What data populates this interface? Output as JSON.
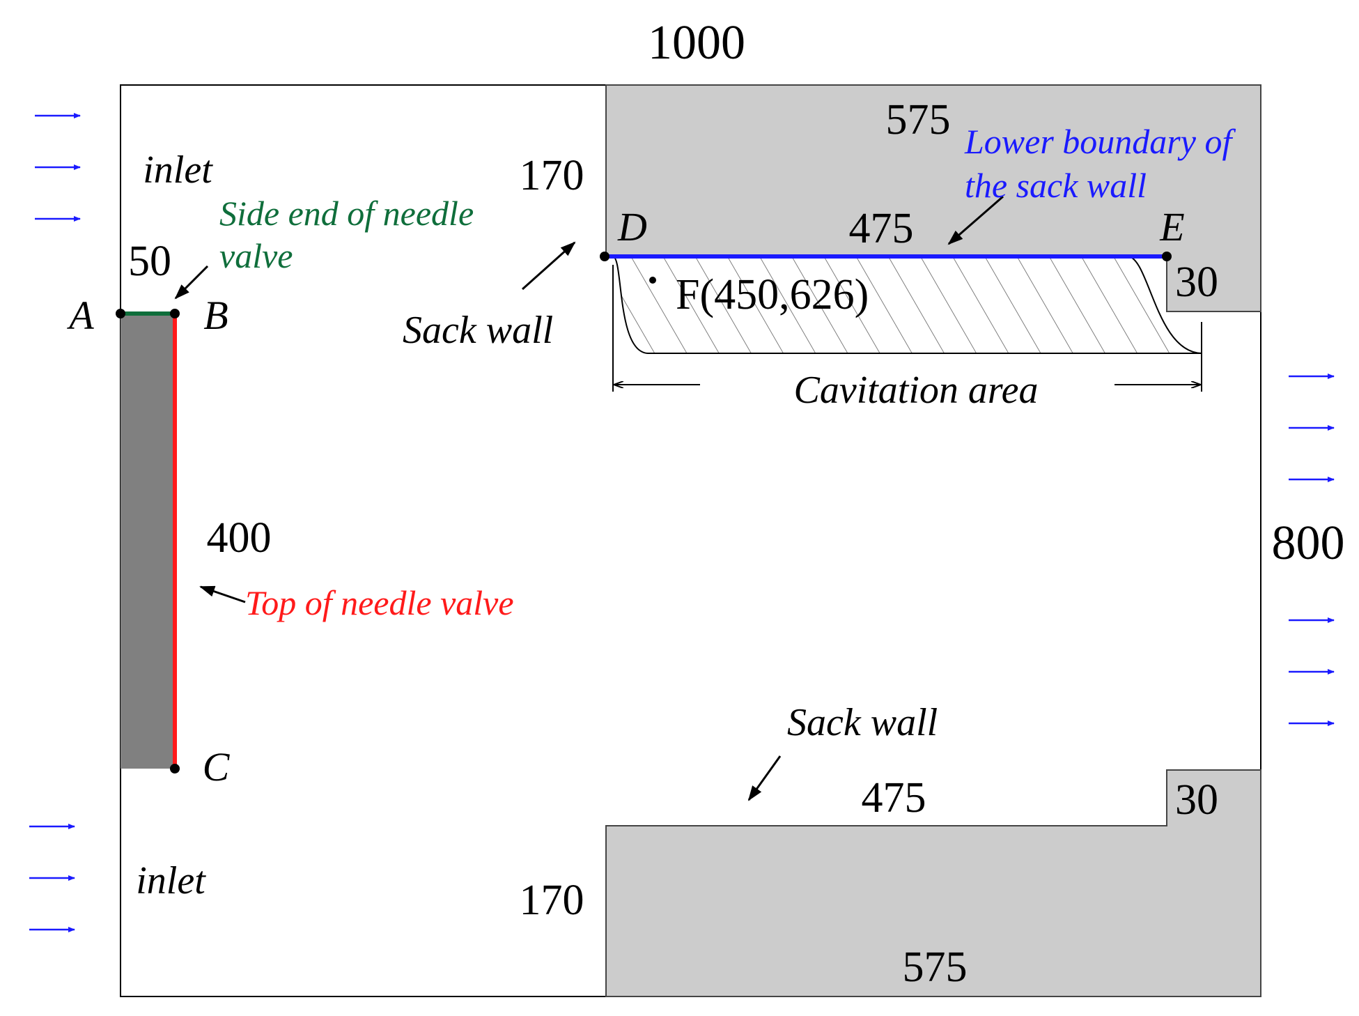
{
  "dimensions": {
    "width_total": "1000",
    "height_total": "800",
    "upper_block_width": "575",
    "upper_block_height": "170",
    "upper_step": "30",
    "lower_block_width": "575",
    "lower_block_height": "170",
    "lower_step": "30",
    "de_length": "475",
    "lower_wall_length": "475",
    "needle_side": "50",
    "needle_top": "400"
  },
  "points": {
    "a": "A",
    "b": "B",
    "c": "C",
    "d": "D",
    "e": "E",
    "f": "F(450,626)"
  },
  "labels": {
    "inlet_top": "inlet",
    "inlet_bottom": "inlet",
    "side_end_line1": "Side end of needle",
    "side_end_line2": "valve",
    "top_needle": "Top of needle valve",
    "sack_wall_upper": "Sack wall",
    "sack_wall_lower": "Sack wall",
    "lower_boundary_line1": "Lower boundary of",
    "lower_boundary_line2": "the sack wall",
    "cavitation": "Cavitation area"
  },
  "colors": {
    "side_end": "#0f6e3b",
    "needle_top": "#ff1a1a",
    "sack_boundary": "#1a1aff",
    "flow_arrows": "#1a1aff",
    "wall_fill": "#cccccc",
    "needle_fill": "#808080"
  },
  "icons": {
    "flow": "flow-arrow-icon"
  }
}
